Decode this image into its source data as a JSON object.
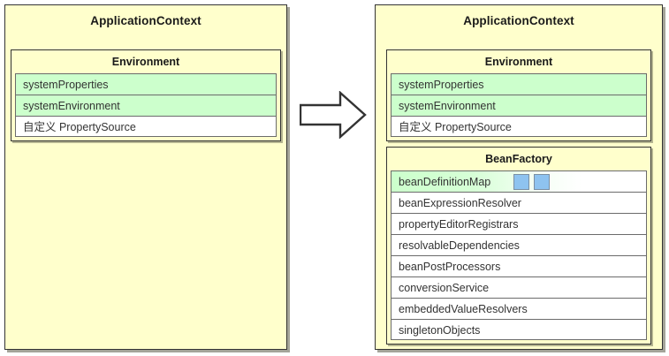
{
  "diagram": {
    "type": "block-diagram",
    "title_left": "ApplicationContext",
    "title_right": "ApplicationContext",
    "arrow": "right-block-arrow",
    "colors": {
      "panel_background": "#ffffcc",
      "panel_border": "#333333",
      "row_background": "#ffffff",
      "row_highlight": "#ccffcc",
      "row_border": "#6b6b6b",
      "square_fill": "#8ec3f0",
      "square_border": "#7b8fa3"
    }
  },
  "left_panel": {
    "title": "ApplicationContext",
    "environment": {
      "title": "Environment",
      "rows": [
        {
          "label": "systemProperties",
          "style": "green"
        },
        {
          "label": "systemEnvironment",
          "style": "green"
        },
        {
          "label": "自定义 PropertySource",
          "style": "plain"
        }
      ]
    }
  },
  "right_panel": {
    "title": "ApplicationContext",
    "environment": {
      "title": "Environment",
      "rows": [
        {
          "label": "systemProperties",
          "style": "green"
        },
        {
          "label": "systemEnvironment",
          "style": "green"
        },
        {
          "label": "自定义 PropertySource",
          "style": "plain"
        }
      ]
    },
    "bean_factory": {
      "title": "BeanFactory",
      "rows": [
        {
          "label": "beanDefinitionMap",
          "style": "gradient",
          "squares": 2
        },
        {
          "label": "beanExpressionResolver",
          "style": "plain",
          "squares": 0
        },
        {
          "label": "propertyEditorRegistrars",
          "style": "plain",
          "squares": 0
        },
        {
          "label": "resolvableDependencies",
          "style": "plain",
          "squares": 0
        },
        {
          "label": "beanPostProcessors",
          "style": "plain",
          "squares": 0
        },
        {
          "label": "conversionService",
          "style": "plain",
          "squares": 0
        },
        {
          "label": "embeddedValueResolvers",
          "style": "plain",
          "squares": 0
        },
        {
          "label": "singletonObjects",
          "style": "plain",
          "squares": 0
        }
      ]
    }
  }
}
